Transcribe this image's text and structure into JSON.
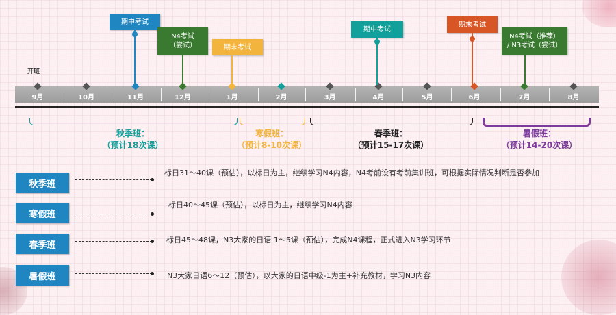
{
  "colors": {
    "blue": "#1f86c1",
    "green": "#3a7a30",
    "orange": "#f2b43c",
    "teal": "#12a09a",
    "red": "#d85525",
    "purple": "#7b3a9c",
    "gray": "#555555",
    "pink": "#e8a0aa"
  },
  "timeline": {
    "start_label": "开班",
    "months": [
      "9月",
      "10月",
      "11月",
      "12月",
      "1月",
      "2月",
      "3月",
      "4月",
      "5月",
      "6月",
      "7月",
      "8月"
    ]
  },
  "events": [
    {
      "label": "期中考试",
      "color": "#1f86c1"
    },
    {
      "label": "N4考试\n（尝试）",
      "color": "#3a7a30"
    },
    {
      "label": "期末考试",
      "color": "#f2b43c"
    },
    {
      "label": "期中考试",
      "color": "#12a09a"
    },
    {
      "label": "期末考试",
      "color": "#d85525"
    },
    {
      "label": "N4考试（推荐）\n/ N3考试（尝试）",
      "color": "#3a7a30"
    }
  ],
  "terms": [
    {
      "name": "秋季班：",
      "estimate": "（预计18次课）",
      "color": "#12a09a"
    },
    {
      "name": "寒假班：",
      "estimate": "（预计8-10次课）",
      "color": "#f2b43c"
    },
    {
      "name": "春季班：",
      "estimate": "（预计15-17次课）",
      "color": "#222222"
    },
    {
      "name": "暑假班：",
      "estimate": "（预计14-20次课）",
      "color": "#7b3a9c"
    }
  ],
  "classes": [
    {
      "name": "秋季班",
      "desc": "标日31～40课（预估），以标日为主，继续学习N4内容，N4考前设有考前集训班，可根据实际情况判断是否参加"
    },
    {
      "name": "寒假班",
      "desc": "标日40～45课（预估），以标日为主，继续学习N4内容"
    },
    {
      "name": "春季班",
      "desc": "标日45～48课，N3大家的日语 1～5课（预估），完成N4课程，正式进入N3学习环节"
    },
    {
      "name": "暑假班",
      "desc": "N3大家日语6～12（预估），以大家的日语中级-1为主+补充教材，学习N3内容"
    }
  ]
}
